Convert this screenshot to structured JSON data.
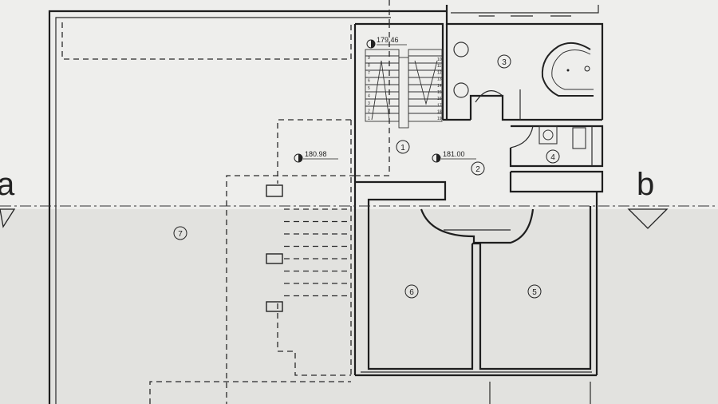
{
  "section_markers": {
    "a": "a",
    "b": "b"
  },
  "levels": [
    {
      "id": "stair-level",
      "value": "179.46"
    },
    {
      "id": "terrace-level",
      "value": "180.98"
    },
    {
      "id": "hall-level",
      "value": "181.00"
    }
  ],
  "rooms": [
    {
      "id": "room-1",
      "number": "1"
    },
    {
      "id": "room-2",
      "number": "2"
    },
    {
      "id": "room-3",
      "number": "3"
    },
    {
      "id": "room-4",
      "number": "4"
    },
    {
      "id": "room-5",
      "number": "5"
    },
    {
      "id": "room-6",
      "number": "6"
    },
    {
      "id": "room-7",
      "number": "7"
    }
  ],
  "stair_steps": [
    "1",
    "2",
    "3",
    "4",
    "5",
    "6",
    "7",
    "8",
    "9",
    "10",
    "11",
    "12",
    "13",
    "14",
    "15",
    "16",
    "17",
    "18",
    "19"
  ]
}
